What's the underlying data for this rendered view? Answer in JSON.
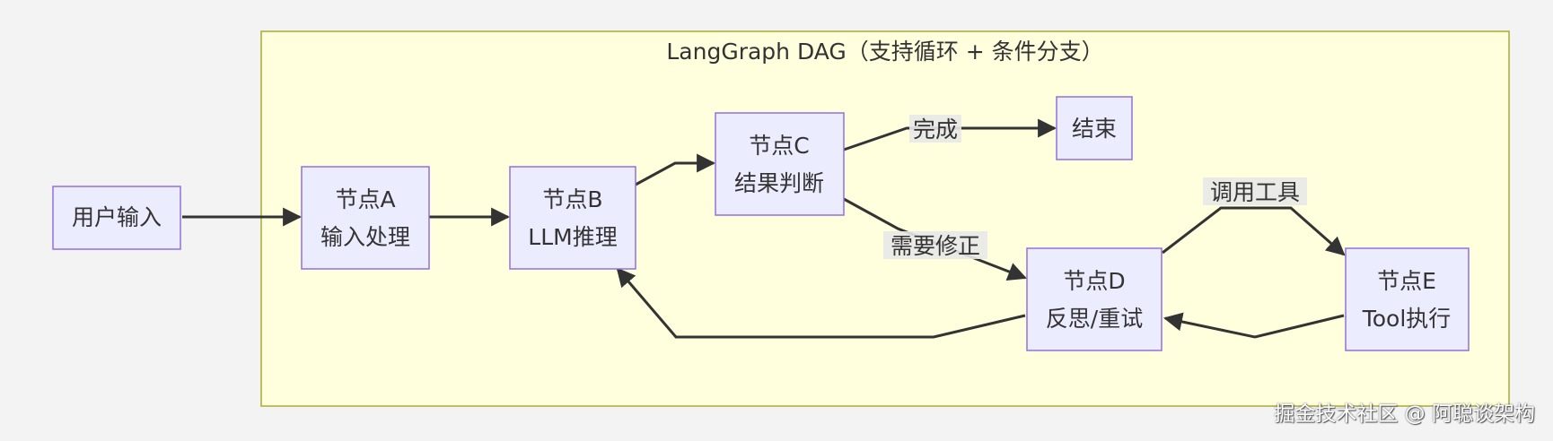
{
  "cluster": {
    "title": "LangGraph DAG（支持循环 + 条件分支）"
  },
  "nodes": {
    "user_input": {
      "line1": "用户输入"
    },
    "a": {
      "line1": "节点A",
      "line2": "输入处理"
    },
    "b": {
      "line1": "节点B",
      "line2": "LLM推理"
    },
    "c": {
      "line1": "节点C",
      "line2": "结果判断"
    },
    "end": {
      "line1": "结束"
    },
    "d": {
      "line1": "节点D",
      "line2": "反思/重试"
    },
    "e": {
      "line1": "节点E",
      "line2": "Tool执行"
    }
  },
  "edges": {
    "c_end": "完成",
    "c_d": "需要修正",
    "d_e": "调用工具"
  },
  "watermark": "掘金技术社区 @ 阿聪谈架构",
  "colors": {
    "background": "#f3f3f3",
    "cluster_fill": "#ffffde",
    "cluster_stroke": "#aaaa33",
    "node_fill": "#ececff",
    "node_stroke": "#9370db",
    "edge": "#333333"
  }
}
